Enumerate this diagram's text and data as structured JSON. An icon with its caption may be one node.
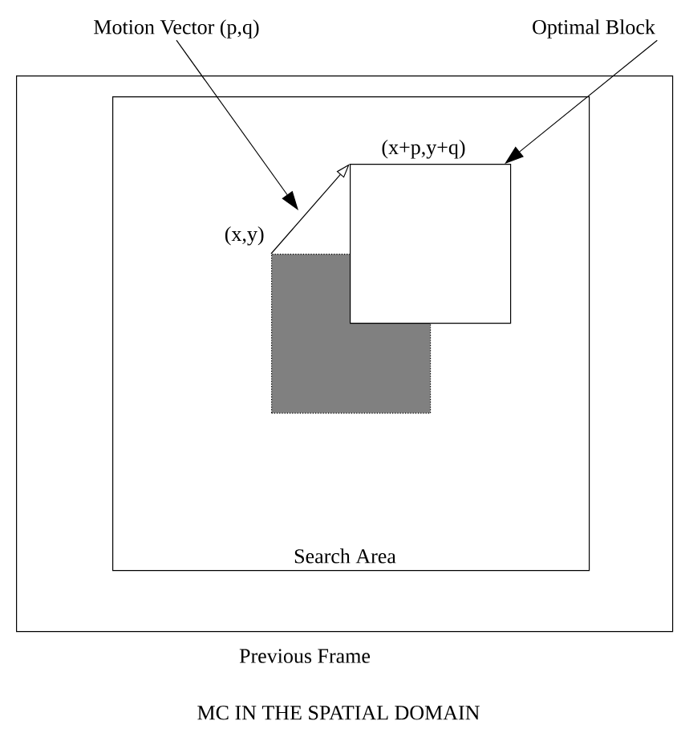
{
  "diagram": {
    "caption": "MC IN THE SPATIAL DOMAIN",
    "nodes": [
      {
        "text": [
          "Previous Frame"
        ]
      },
      {
        "text": [
          "Search Area"
        ],
        "in": 0
      },
      {
        "text": [],
        "shape": "box",
        "in": 1
      },
      {
        "text": [
          "(x+p,y+q)"
        ],
        "in": 1
      },
      {
        "text": [
          "Motion Vector (p,q)"
        ]
      },
      {
        "text": [
          "Optimal Block"
        ]
      }
    ],
    "edges": [
      {
        "from": 2,
        "to": 3,
        "arrow": "to"
      },
      {
        "from": 4,
        "to": null,
        "arrow": "to"
      },
      {
        "from": 5,
        "to": 3,
        "arrow": "to"
      }
    ],
    "labels": [
      "(x,y)"
    ]
  }
}
